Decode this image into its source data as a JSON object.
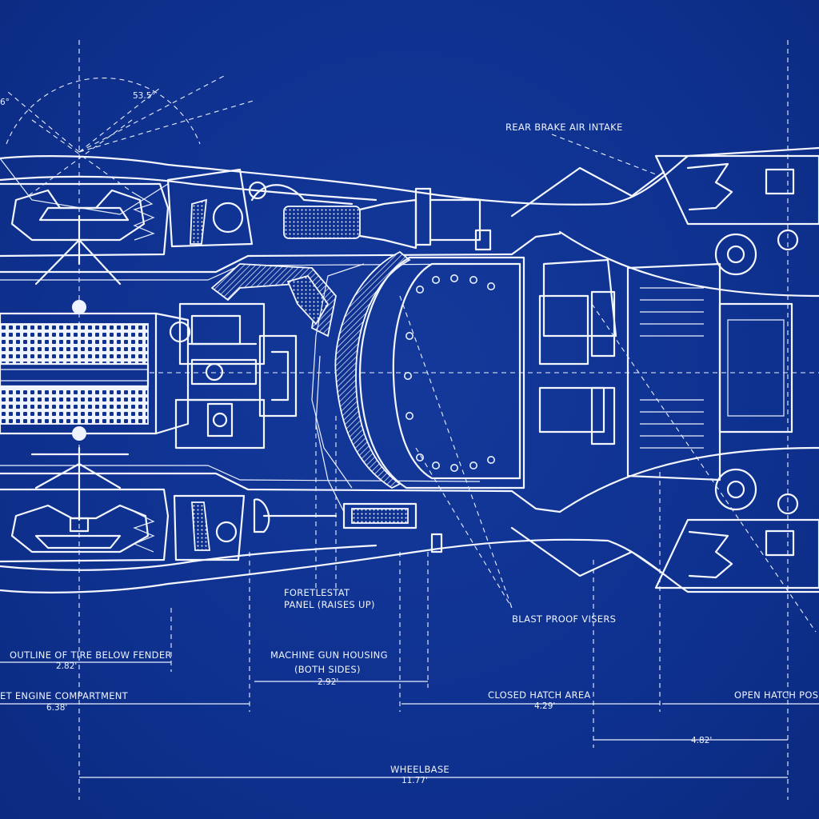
{
  "labels": {
    "rear_brake": "REAR BRAKE AIR INTAKE",
    "foretlestat_1": "FORETLESTAT",
    "foretlestat_2": "PANEL (RAISES UP)",
    "blast_proof": "BLAST PROOF VISERS",
    "outline_tire": "OUTLINE OF TIRE BELOW FENDER",
    "machine_gun_1": "MACHINE GUN HOUSING",
    "machine_gun_2": "(BOTH SIDES)",
    "jet_engine": "ET ENGINE COMPARTMENT",
    "closed_hatch": "CLOSED HATCH AREA",
    "open_hatch": "OPEN HATCH POS",
    "wheelbase": "WHEELBASE"
  },
  "dimensions": {
    "angle_left": "6°",
    "angle_right": "53.5°",
    "tire": "2.82'",
    "machine_gun": "2.92'",
    "jet_engine": "6.38'",
    "closed_hatch": "4.29'",
    "open_hatch": "4.82'",
    "wheelbase": "11.77'"
  },
  "colors": {
    "background": "#0f3291",
    "line": "#f4f7ff"
  }
}
